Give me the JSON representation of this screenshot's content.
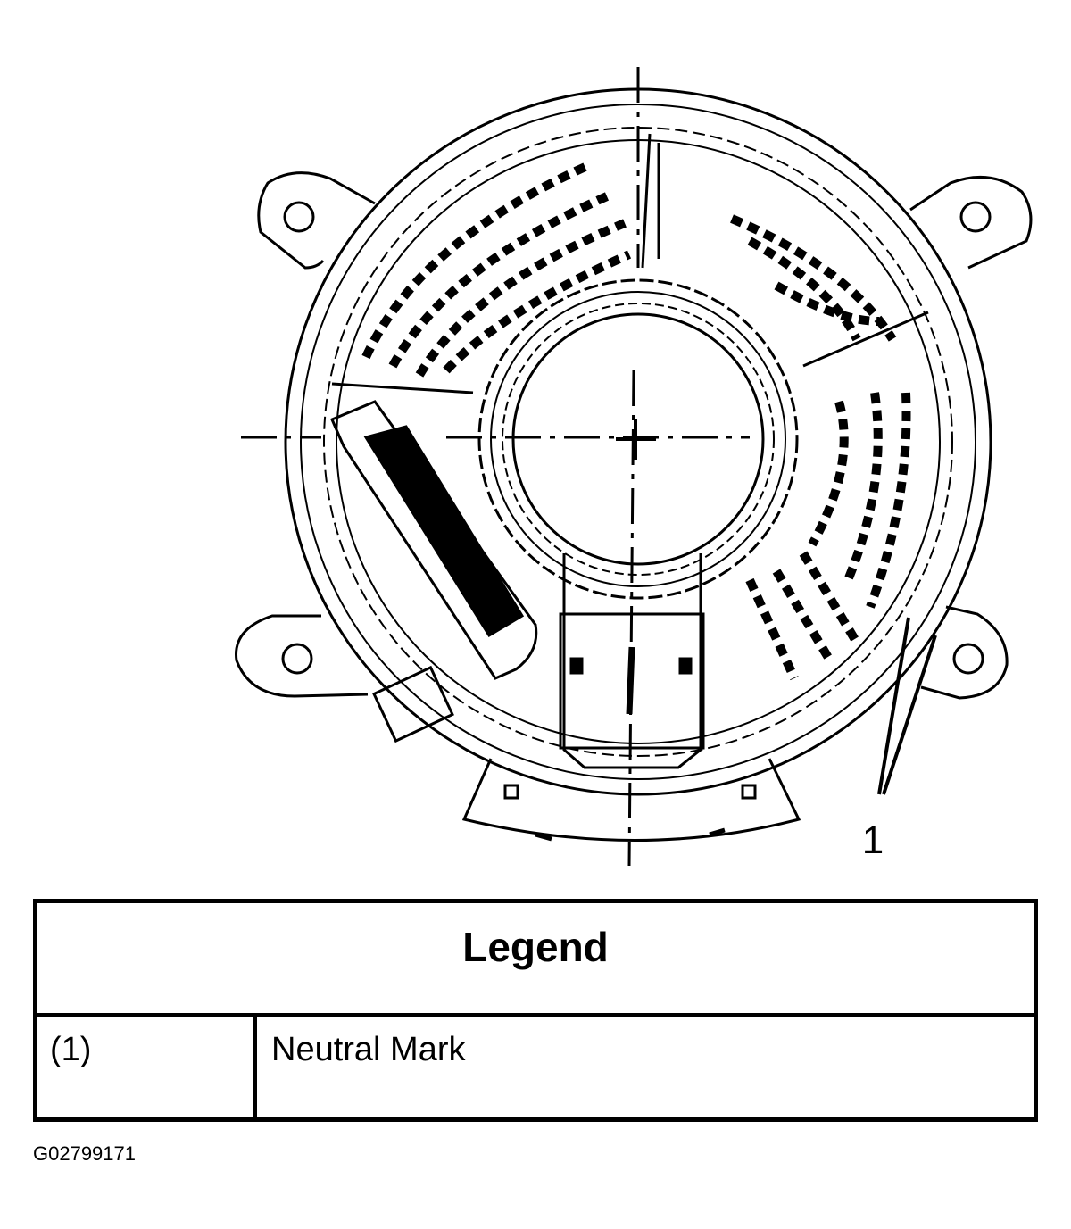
{
  "diagram": {
    "callout_number": "1"
  },
  "legend": {
    "title": "Legend",
    "items": [
      {
        "key": "(1)",
        "description": "Neutral Mark"
      }
    ]
  },
  "figure_id": "G02799171"
}
